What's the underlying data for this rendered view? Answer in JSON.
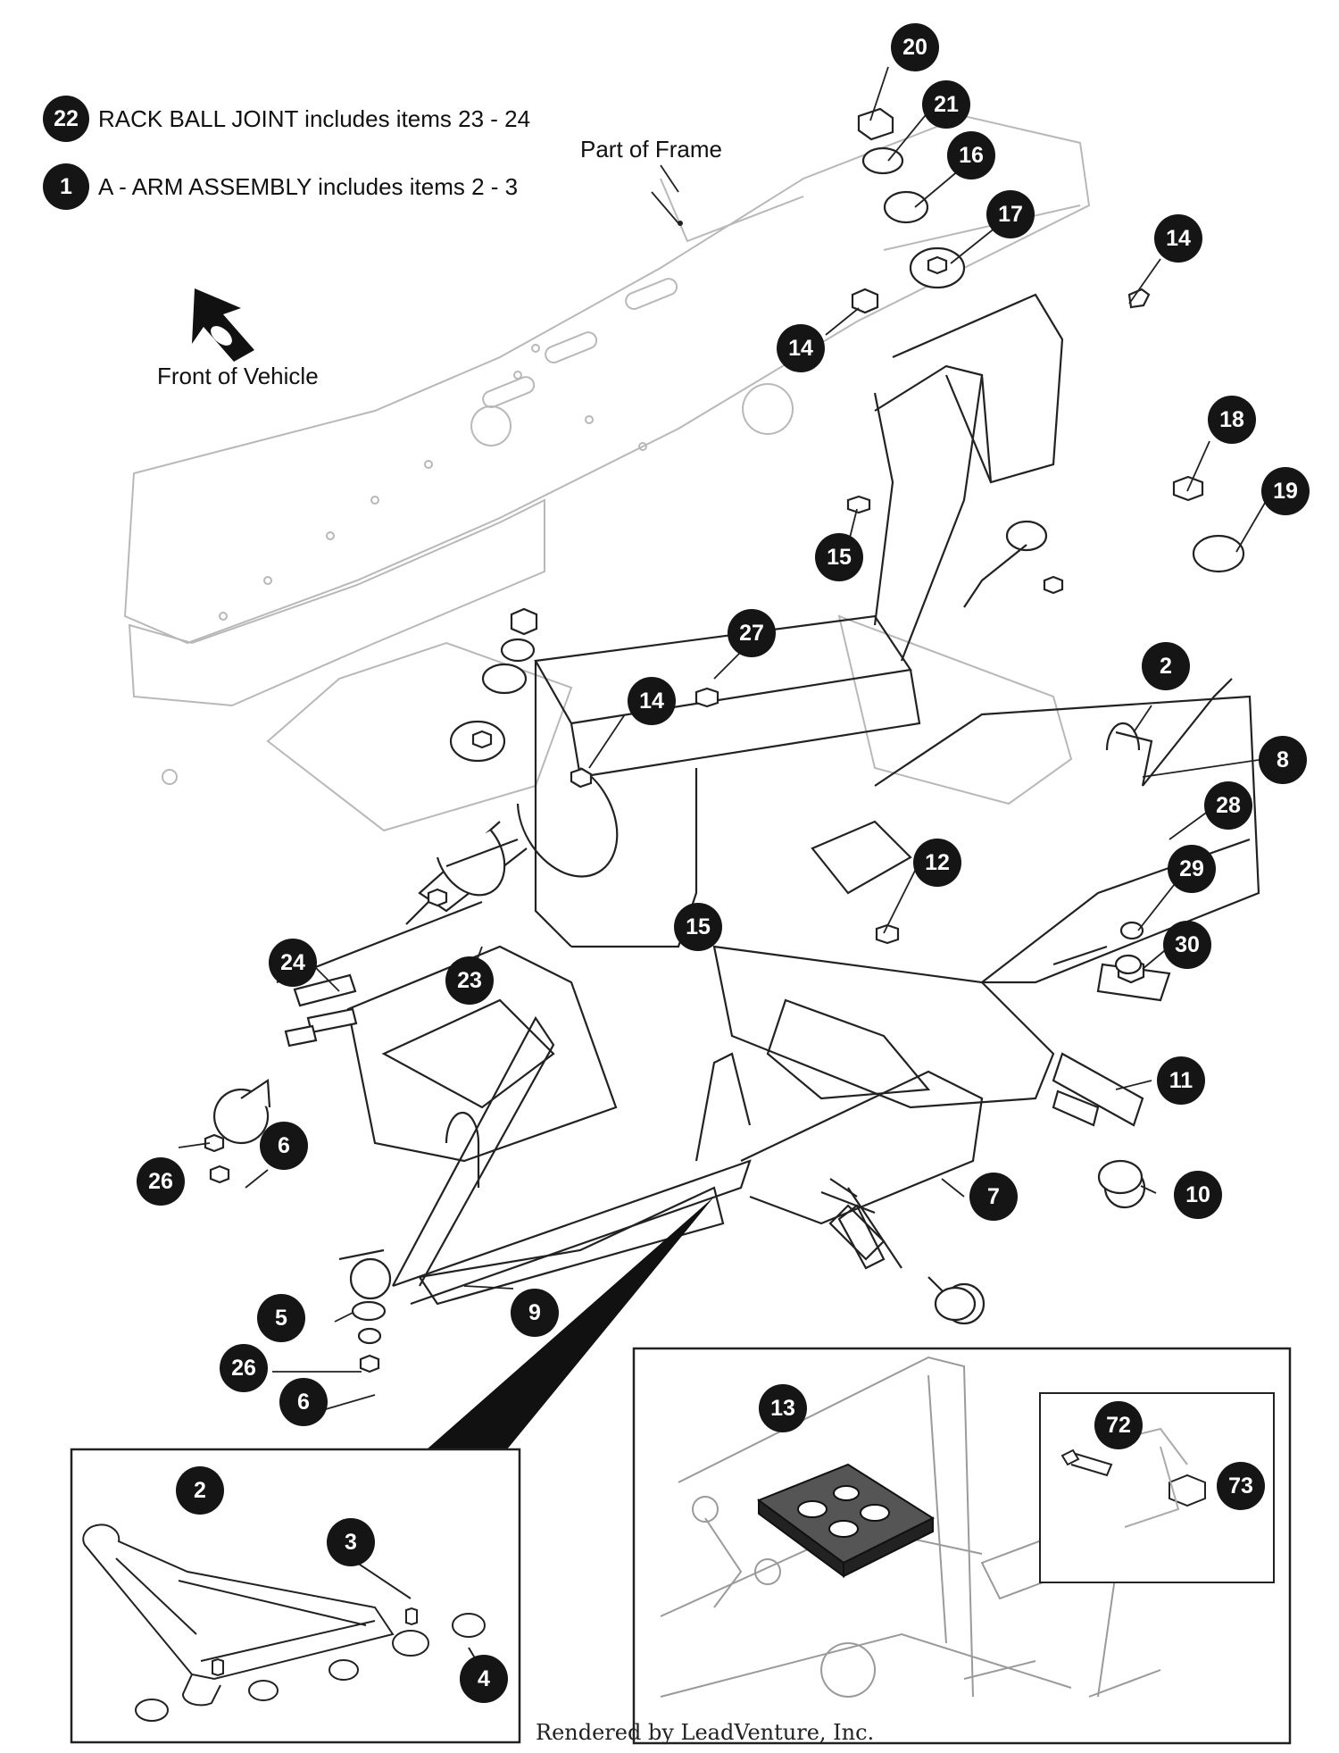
{
  "legend": [
    {
      "num": "22",
      "text": "RACK BALL JOINT includes items 23 - 24"
    },
    {
      "num": "1",
      "text": "A - ARM ASSEMBLY includes items 2 - 3"
    }
  ],
  "labels": {
    "part_of_frame": "Part of Frame",
    "front_of_vehicle": "Front of Vehicle"
  },
  "footer": "Rendered by LeadVenture, Inc.",
  "callouts": [
    "20",
    "21",
    "16",
    "17",
    "14",
    "14",
    "18",
    "19",
    "15",
    "27",
    "14",
    "2",
    "8",
    "28",
    "12",
    "29",
    "15",
    "30",
    "24",
    "23",
    "11",
    "6",
    "26",
    "10",
    "7",
    "5",
    "9",
    "26",
    "6",
    "13",
    "72",
    "73",
    "2",
    "3",
    "4"
  ],
  "colors": {
    "badge": "#151515",
    "frame_outline": "#b5b5b5",
    "line": "#222222"
  }
}
